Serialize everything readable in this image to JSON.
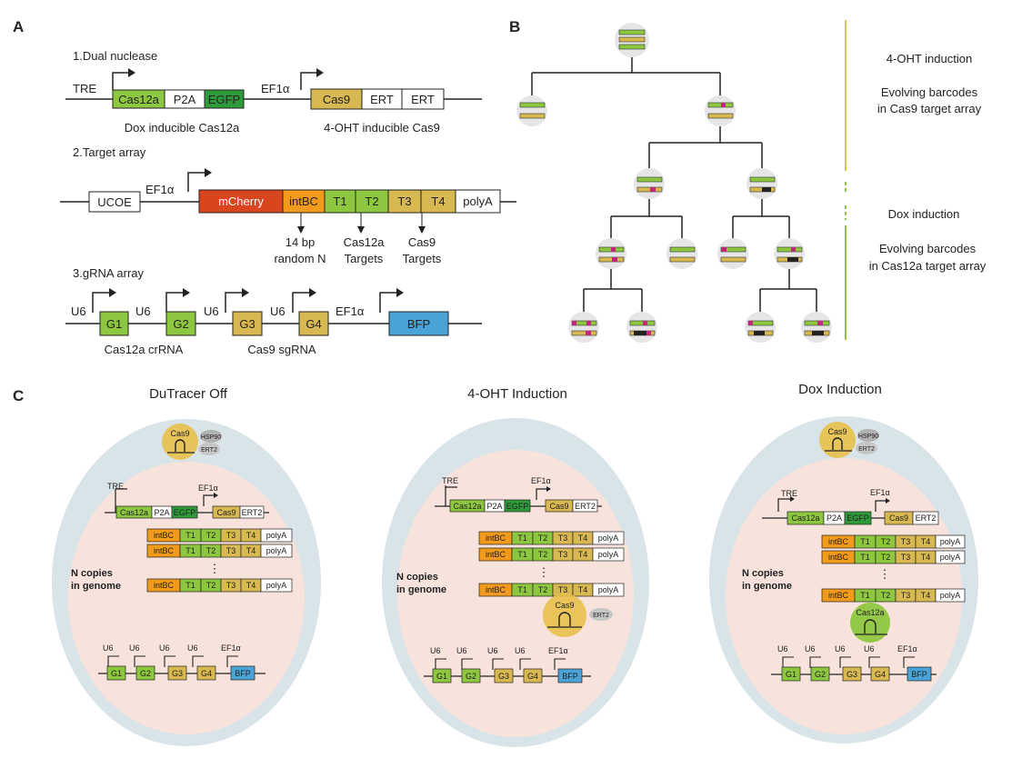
{
  "panels": {
    "a": "A",
    "b": "B",
    "c": "C"
  },
  "colors": {
    "green": "#8dc63f",
    "dark_green": "#2e9b3a",
    "yellow": "#d8b850",
    "orange": "#f29a1b",
    "red": "#d9451f",
    "blue": "#4aa3d6",
    "magenta": "#c2277e",
    "cell_outer": "#d9e4e8",
    "cell_inner": "#f7e3dc"
  },
  "a": {
    "dual_title": "1.Dual nuclease",
    "tre": "TRE",
    "cas12a": "Cas12a",
    "p2a": "P2A",
    "egfp": "EGFP",
    "ef1a": "EF1α",
    "cas9": "Cas9",
    "ert": "ERT",
    "dox_caption": "Dox inducible Cas12a",
    "oht_caption": "4-OHT inducible Cas9",
    "target_title": "2.Target array",
    "ucoe": "UCOE",
    "mcherry": "mCherry",
    "intbc": "intBC",
    "t1": "T1",
    "t2": "T2",
    "t3": "T3",
    "t4": "T4",
    "polya": "polyA",
    "note1": [
      "14 bp",
      "random N"
    ],
    "note2": [
      "Cas12a",
      "Targets"
    ],
    "note3": [
      "Cas9",
      "Targets"
    ],
    "grna_title": "3.gRNA array",
    "u6": "U6",
    "g1": "G1",
    "g2": "G2",
    "g3": "G3",
    "g4": "G4",
    "bfp": "BFP",
    "crrna": "Cas12a crRNA",
    "sgrna": "Cas9 sgRNA"
  },
  "b": {
    "oht": "4-OHT induction",
    "evolve1": [
      "Evolving barcodes",
      "in Cas9 target array"
    ],
    "dox": "Dox induction",
    "evolve2": [
      "Evolving barcodes",
      "in Cas12a target array"
    ]
  },
  "c": {
    "off": "DuTracer Off",
    "oht": "4-OHT Induction",
    "dox": "Dox Induction",
    "hsp90": "HSP90",
    "ert2": "ERT2",
    "cas9": "Cas9",
    "cas12a": "Cas12a",
    "tre": "TRE",
    "ef1a": "EF1α",
    "p2a": "P2A",
    "egfp": "EGFP",
    "intbc": "intBC",
    "t1": "T1",
    "t2": "T2",
    "t3": "T3",
    "t4": "T4",
    "polya": "polyA",
    "ellipsis": "⋮",
    "ncopies": [
      "N copies",
      "in genome"
    ],
    "u6": "U6",
    "g1": "G1",
    "g2": "G2",
    "g3": "G3",
    "g4": "G4",
    "bfp": "BFP"
  }
}
